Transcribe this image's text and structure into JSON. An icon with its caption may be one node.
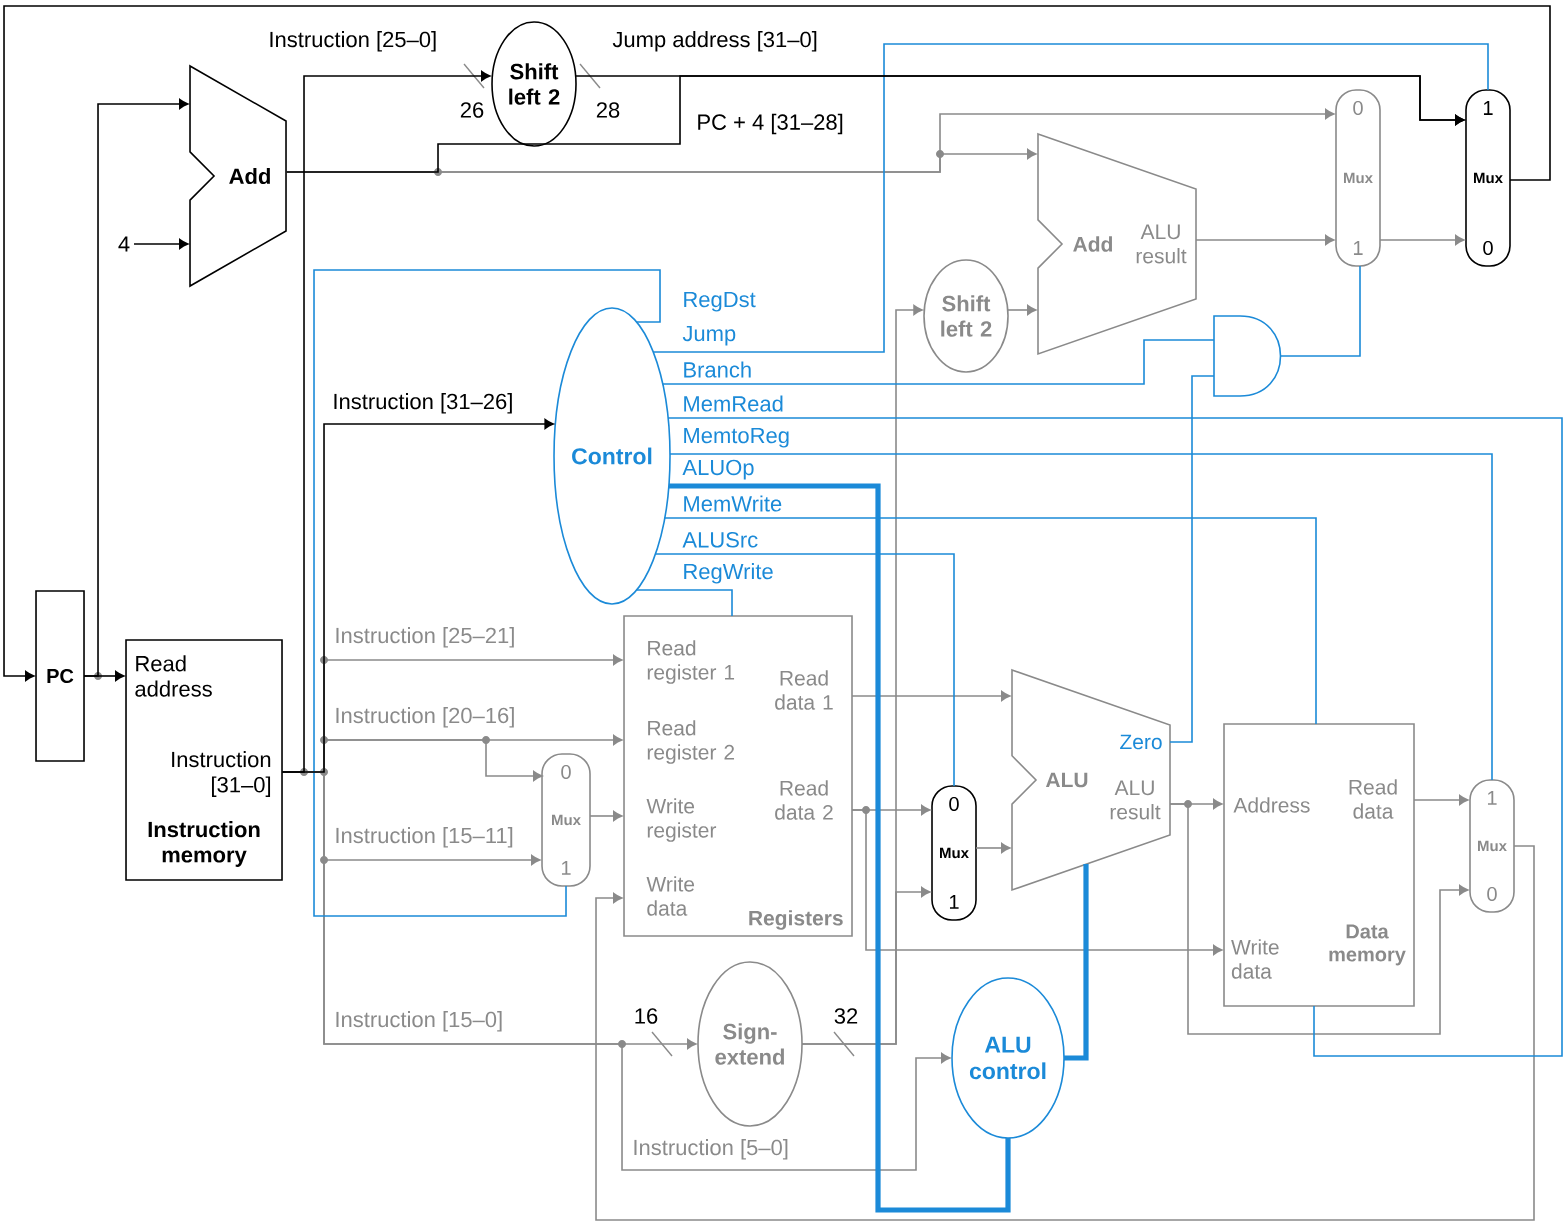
{
  "diagram": {
    "nodes": [
      {
        "text": [
          "PC"
        ]
      },
      {
        "text": [
          "Add"
        ]
      },
      {
        "text": [
          "Read address",
          "Instruction [31–0]",
          "Instruction memory"
        ]
      },
      {
        "text": [
          "Shift left 2"
        ]
      },
      {
        "text": [
          "1",
          "Mux",
          "0"
        ]
      },
      {
        "text": [
          "0",
          "Mux",
          "1"
        ]
      },
      {
        "text": [
          "Add",
          "ALU result"
        ]
      },
      {
        "text": [
          "Shift left 2"
        ]
      },
      {
        "text": [],
        "shape": "gate"
      },
      {
        "text": [
          "Control"
        ]
      },
      {
        "text": [
          "Read register 1",
          "Read register 2",
          "Write register",
          "Write data",
          "Read data 1",
          "Read data 2",
          "Registers"
        ]
      },
      {
        "text": [
          "0",
          "Mux",
          "1"
        ]
      },
      {
        "text": [
          "Sign-extend"
        ]
      },
      {
        "text": [
          "0",
          "Mux",
          "1"
        ]
      },
      {
        "text": [
          "ALU",
          "Zero",
          "ALU result"
        ]
      },
      {
        "text": [
          "ALU control"
        ]
      },
      {
        "text": [
          "Address",
          "Write data",
          "Read data",
          "Data memory"
        ]
      },
      {
        "text": [
          "1",
          "Mux",
          "0"
        ]
      },
      {
        "text": [
          "4"
        ]
      }
    ],
    "edges": [
      {
        "from": 1,
        "to": 5,
        "arrow": "to"
      },
      {
        "from": 1,
        "to": 6,
        "arrow": "to"
      },
      {
        "from": 2,
        "to": 10,
        "arrow": "to",
        "label": "Instruction [25–21]"
      },
      {
        "from": 2,
        "to": 10,
        "arrow": "to",
        "label": "Instruction [20–16]"
      },
      {
        "from": 2,
        "to": 11,
        "arrow": "to"
      },
      {
        "from": 2,
        "to": 11,
        "arrow": "to",
        "label": "Instruction [15–11]"
      },
      {
        "from": 2,
        "to": 12,
        "arrow": "to",
        "label": "Instruction [15–0]"
      },
      {
        "from": 2,
        "to": 15,
        "arrow": "to",
        "label": "Instruction [5–0]"
      },
      {
        "from": 11,
        "to": 10,
        "arrow": "to"
      },
      {
        "from": 12,
        "to": 7,
        "arrow": "to"
      },
      {
        "from": 12,
        "to": 13,
        "arrow": "to"
      },
      {
        "from": 7,
        "to": 6,
        "arrow": "to"
      },
      {
        "from": 6,
        "to": 5,
        "arrow": "to"
      },
      {
        "from": 5,
        "to": 4,
        "arrow": "to"
      },
      {
        "from": 10,
        "to": 14,
        "arrow": "to"
      },
      {
        "from": 10,
        "to": 13,
        "arrow": "to"
      },
      {
        "from": 10,
        "to": 16,
        "arrow": "to"
      },
      {
        "from": 13,
        "to": 14,
        "arrow": "to"
      },
      {
        "from": 14,
        "to": 16,
        "arrow": "to"
      },
      {
        "from": 14,
        "to": 17,
        "arrow": "to"
      },
      {
        "from": 16,
        "to": 17,
        "arrow": "to"
      },
      {
        "from": 17,
        "to": 10,
        "arrow": "to"
      },
      {
        "from": 14,
        "to": 8,
        "arrow": "none",
        "color": "#1b8ad8"
      },
      {
        "from": 8,
        "to": 5,
        "arrow": "none",
        "color": "#1b8ad8"
      },
      {
        "from": 9,
        "to": 11,
        "arrow": "none",
        "color": "#1b8ad8",
        "label": "RegDst"
      },
      {
        "from": 9,
        "to": 4,
        "arrow": "none",
        "color": "#1b8ad8",
        "label": "Jump"
      },
      {
        "from": 9,
        "to": 8,
        "arrow": "none",
        "color": "#1b8ad8",
        "label": "Branch"
      },
      {
        "from": 9,
        "to": 16,
        "arrow": "none",
        "color": "#1b8ad8",
        "label": "MemRead"
      },
      {
        "from": 9,
        "to": 17,
        "arrow": "none",
        "color": "#1b8ad8",
        "label": "MemtoReg"
      },
      {
        "from": 9,
        "to": 15,
        "arrow": "none",
        "color": "#1b8ad8",
        "style": "thick",
        "label": "ALUOp"
      },
      {
        "from": 9,
        "to": 16,
        "arrow": "none",
        "color": "#1b8ad8",
        "label": "MemWrite"
      },
      {
        "from": 9,
        "to": 13,
        "arrow": "none",
        "color": "#1b8ad8",
        "label": "ALUSrc"
      },
      {
        "from": 9,
        "to": 10,
        "arrow": "none",
        "color": "#1b8ad8",
        "label": "RegWrite"
      },
      {
        "from": 15,
        "to": 14,
        "arrow": "none",
        "color": "#1b8ad8",
        "style": "thick"
      },
      {
        "from": 0,
        "to": 2,
        "arrow": "to",
        "color": "#000000"
      },
      {
        "from": 0,
        "to": 1,
        "arrow": "to",
        "color": "#000000"
      },
      {
        "from": 18,
        "to": 1,
        "arrow": "to",
        "color": "#000000"
      },
      {
        "from": 4,
        "to": 0,
        "arrow": "to",
        "color": "#000000"
      },
      {
        "from": 2,
        "to": 3,
        "arrow": "to",
        "color": "#000000",
        "label": "Instruction [25–0]"
      },
      {
        "from": 2,
        "to": 9,
        "arrow": "to",
        "color": "#000000",
        "label": "Instruction [31–26]"
      },
      {
        "from": 1,
        "to": 4,
        "arrow": "to",
        "color": "#000000",
        "label": "PC + 4 [31–28]"
      },
      {
        "from": 3,
        "to": 4,
        "arrow": "to",
        "color": "#000000",
        "label": "Jump address [31–0]"
      }
    ],
    "labels": [
      "26",
      "28",
      "16",
      "32"
    ]
  }
}
